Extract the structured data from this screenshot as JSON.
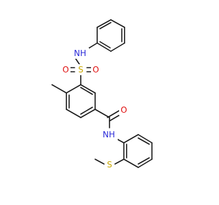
{
  "colors": {
    "carbon": "#1a1a1a",
    "nitrogen": "#2b2bd9",
    "oxygen": "#e01010",
    "sulfur": "#c8a800",
    "background": "#ffffff"
  },
  "labels": {
    "nh_sulfonamide": "NH",
    "s_sulfonyl": "S",
    "o_left": "O",
    "o_right": "O",
    "o_carbonyl": "O",
    "nh_amide": "NH",
    "s_thioether": "S"
  }
}
